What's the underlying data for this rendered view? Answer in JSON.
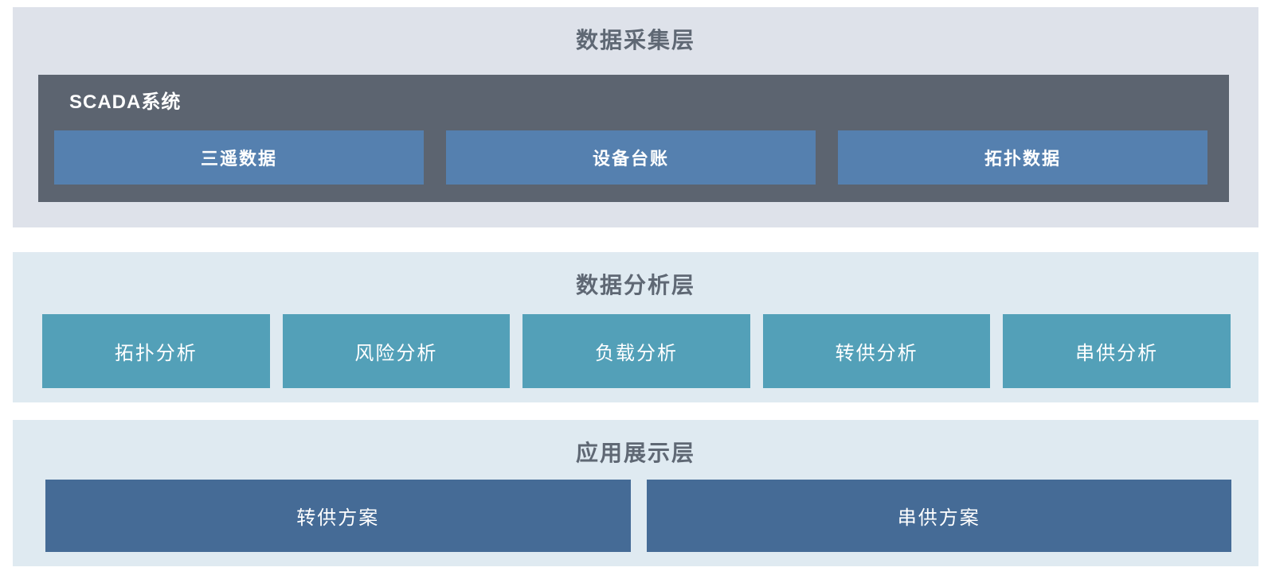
{
  "layer_collection": {
    "title": "数据采集层",
    "scada": {
      "title": "SCADA系统",
      "boxes": [
        {
          "label": "三遥数据"
        },
        {
          "label": "设备台账"
        },
        {
          "label": "拓扑数据"
        }
      ]
    }
  },
  "layer_analysis": {
    "title": "数据分析层",
    "boxes": [
      {
        "label": "拓扑分析"
      },
      {
        "label": "风险分析"
      },
      {
        "label": "负载分析"
      },
      {
        "label": "转供分析"
      },
      {
        "label": "串供分析"
      }
    ]
  },
  "layer_application": {
    "title": "应用展示层",
    "boxes": [
      {
        "label": "转供方案"
      },
      {
        "label": "串供方案"
      }
    ]
  },
  "colors": {
    "page_bg": "#ffffff",
    "collection_layer_bg": "#dee2ea",
    "analysis_layer_bg": "#dfeaf1",
    "application_layer_bg": "#dfeaf1",
    "scada_box_bg": "#5c6470",
    "data_box_bg": "#5580af",
    "analysis_box_bg": "#53a0b8",
    "scheme_box_bg": "#456b96",
    "layer_title_text": "#5f6874",
    "box_text": "#ffffff"
  }
}
